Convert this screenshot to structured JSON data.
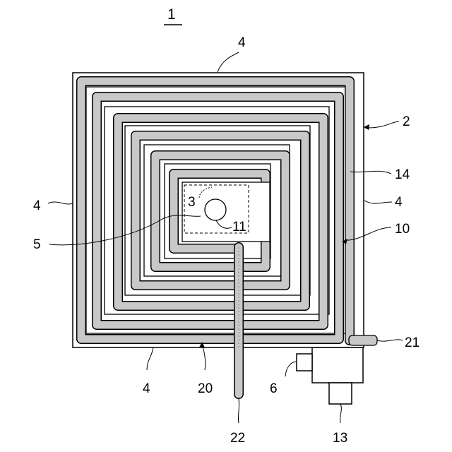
{
  "figure": {
    "number": "1",
    "labels": {
      "top_side": "4",
      "left_side": "4",
      "right_side": "4",
      "bottom_side": "4",
      "outer_frame": "2",
      "pipe": "14",
      "inner_region": "10",
      "center_region": "3",
      "center_hole": "11",
      "center_line": "5",
      "bottom_region": "20",
      "outlet": "21",
      "inlet": "22",
      "side_block": "6",
      "lower_block": "13"
    }
  },
  "colors": {
    "stroke": "#000000",
    "pipe_fill": "#c8c8c8",
    "background": "#ffffff"
  }
}
